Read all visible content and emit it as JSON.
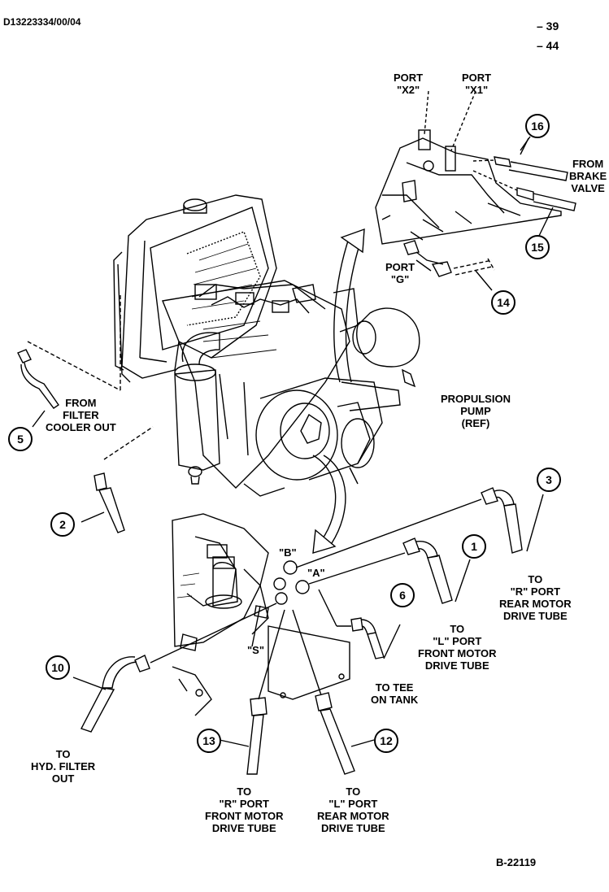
{
  "header": {
    "doc_id": "D13223334/00/04",
    "pages": [
      "– 39",
      "– 44"
    ]
  },
  "footer": {
    "figure_id": "B-22119"
  },
  "labels": {
    "port_x2": [
      "PORT",
      "\"X2\""
    ],
    "port_x1": [
      "PORT",
      "\"X1\""
    ],
    "from_brake_valve": [
      "FROM",
      "BRAKE",
      "VALVE"
    ],
    "port_g": [
      "PORT",
      "\"G\""
    ],
    "from_filter": [
      "FROM",
      "FILTER",
      "COOLER OUT"
    ],
    "propulsion_pump": [
      "PROPULSION",
      "PUMP",
      "(REF)"
    ],
    "port_b": "\"B\"",
    "port_a": "\"A\"",
    "port_s": "\"S\"",
    "to_r_rear": [
      "TO",
      "\"R\" PORT",
      "REAR MOTOR",
      "DRIVE TUBE"
    ],
    "to_l_front": [
      "TO",
      "\"L\" PORT",
      "FRONT MOTOR",
      "DRIVE TUBE"
    ],
    "to_tee": [
      "TO TEE",
      "ON TANK"
    ],
    "to_hyd_filter": [
      "TO",
      "HYD. FILTER",
      "OUT"
    ],
    "to_r_front": [
      "TO",
      "\"R\" PORT",
      "FRONT MOTOR",
      "DRIVE TUBE"
    ],
    "to_l_rear": [
      "TO",
      "\"L\" PORT",
      "REAR MOTOR",
      "DRIVE TUBE"
    ]
  },
  "callouts": [
    "16",
    "15",
    "14",
    "5",
    "2",
    "3",
    "1",
    "6",
    "10",
    "13",
    "12"
  ]
}
